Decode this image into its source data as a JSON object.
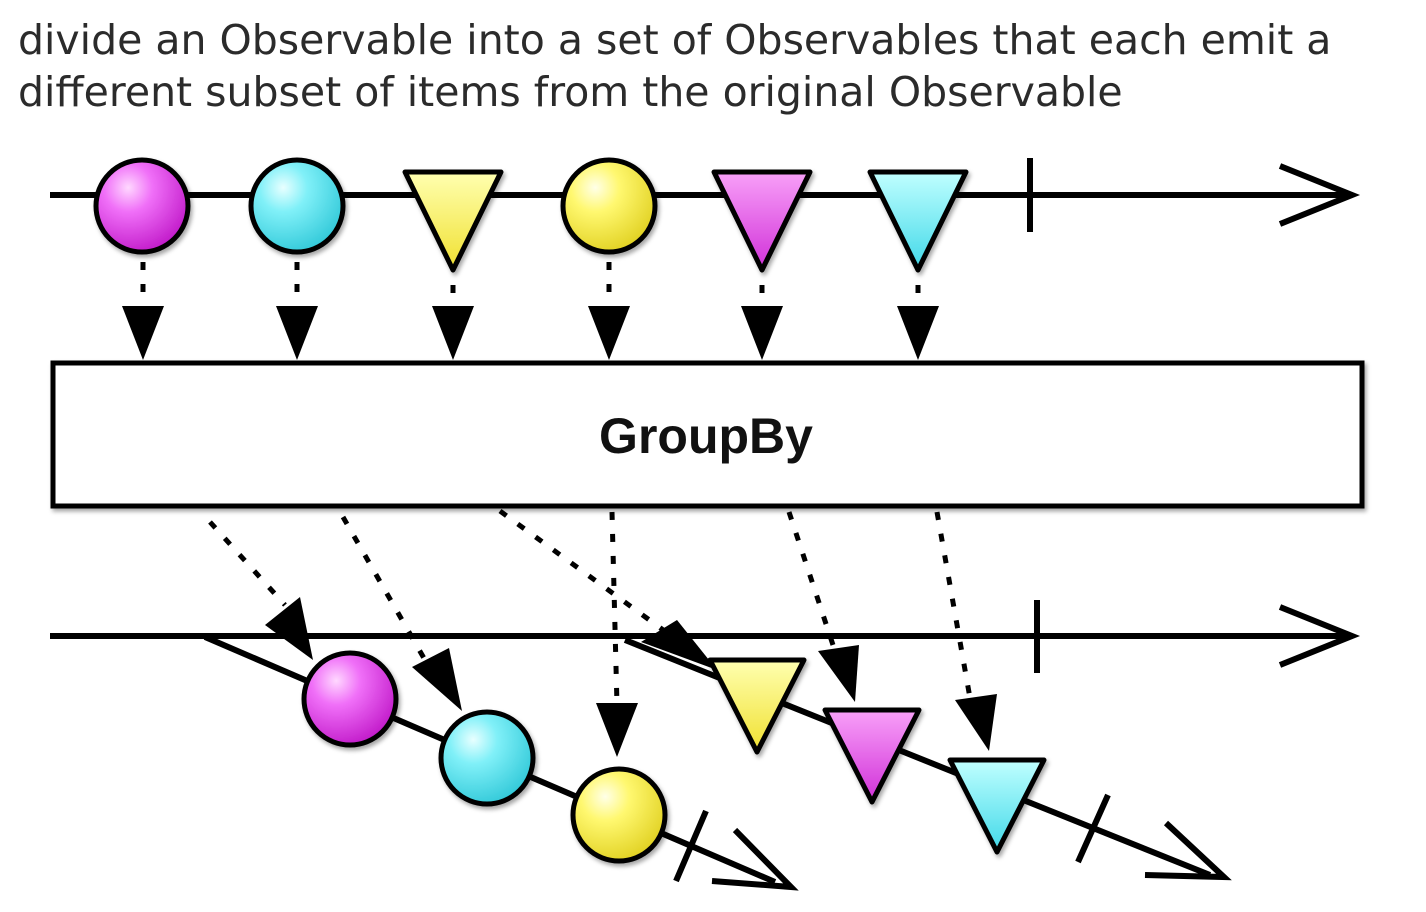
{
  "description_lines": [
    "divide an Observable into a set of Observables that each emit a",
    "different subset of items from the original Observable"
  ],
  "operator": {
    "label": "GroupBy"
  },
  "colors": {
    "magenta": "#e040e8",
    "cyan": "#5ce8f0",
    "yellow": "#f8f040",
    "stroke": "#000000",
    "box_fill": "#ffffff"
  },
  "source_items": [
    {
      "shape": "circle",
      "color": "magenta"
    },
    {
      "shape": "circle",
      "color": "cyan"
    },
    {
      "shape": "triangle",
      "color": "yellow"
    },
    {
      "shape": "circle",
      "color": "yellow"
    },
    {
      "shape": "triangle",
      "color": "magenta"
    },
    {
      "shape": "triangle",
      "color": "cyan"
    }
  ],
  "output_groups": [
    {
      "key": "circle",
      "items": [
        "magenta",
        "cyan",
        "yellow"
      ]
    },
    {
      "key": "triangle",
      "items": [
        "yellow",
        "magenta",
        "cyan"
      ]
    }
  ]
}
